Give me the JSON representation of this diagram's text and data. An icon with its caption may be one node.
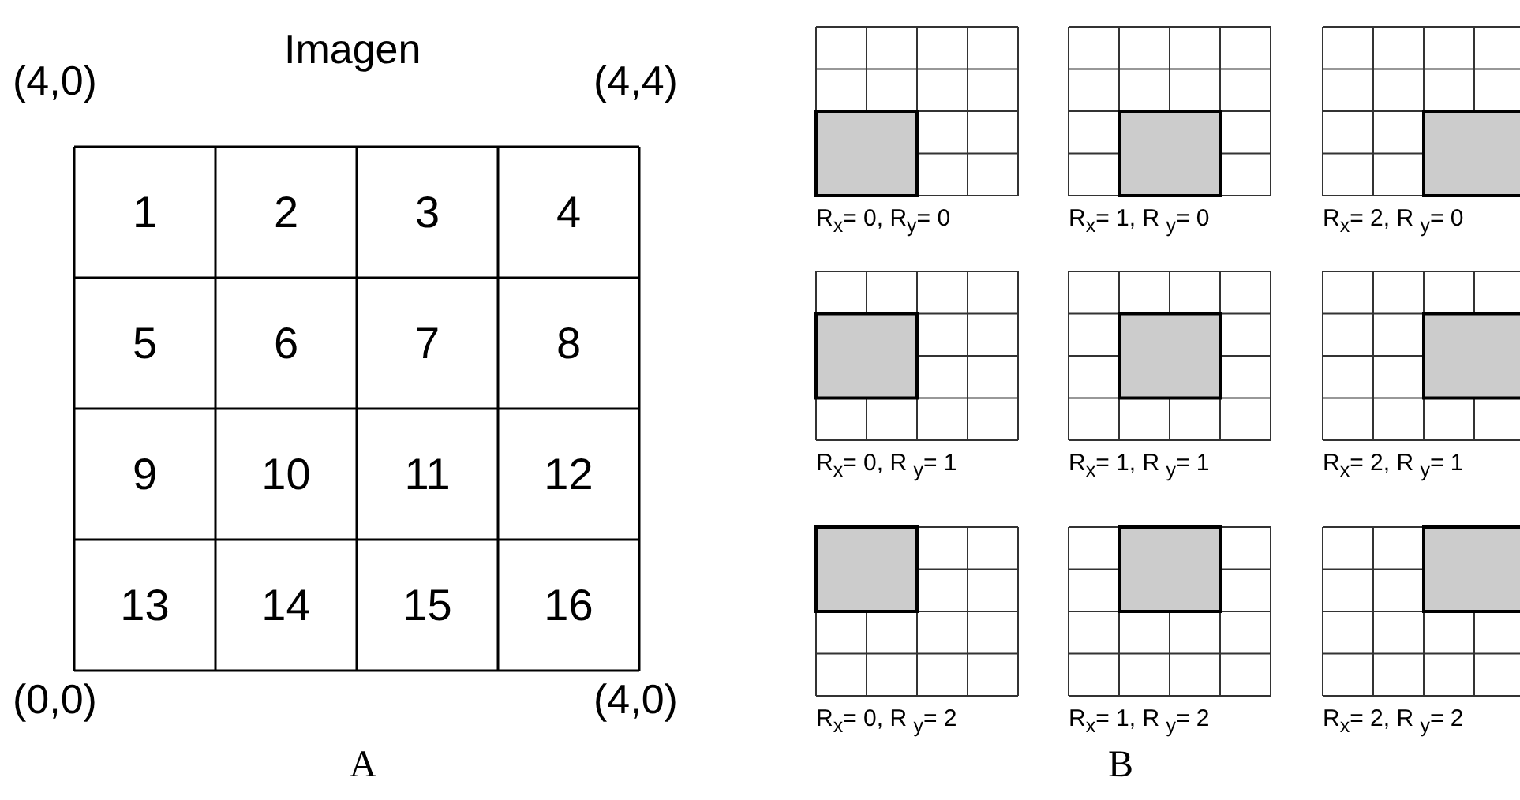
{
  "diagram": {
    "labels": [
      "Imagen",
      "(4,0)",
      "(4,4)",
      "1",
      "2",
      "3",
      "4",
      "5",
      "6",
      "7",
      "8",
      "9",
      "10",
      "11",
      "12",
      "13",
      "14",
      "15",
      "16",
      "(0,0)",
      "(4,0)",
      "A",
      "R$_{x}$= 0, R$_{y}$= 0",
      "R$_{x}$= 1, R $_{y}$= 0",
      "R$_{x}$= 2, R $_{y}$= 0",
      "R$_{x}$= 0, R $_{y}$= 1",
      "R$_{x}$= 1, R $_{y}$= 1",
      "R$_{x}$= 2, R $_{y}$= 1",
      "R$_{x}$= 0, R $_{y}$= 2",
      "R$_{x}$= 1, R $_{y}$= 2",
      "R$_{x}$= 2, R $_{y}$= 2",
      "B"
    ]
  }
}
